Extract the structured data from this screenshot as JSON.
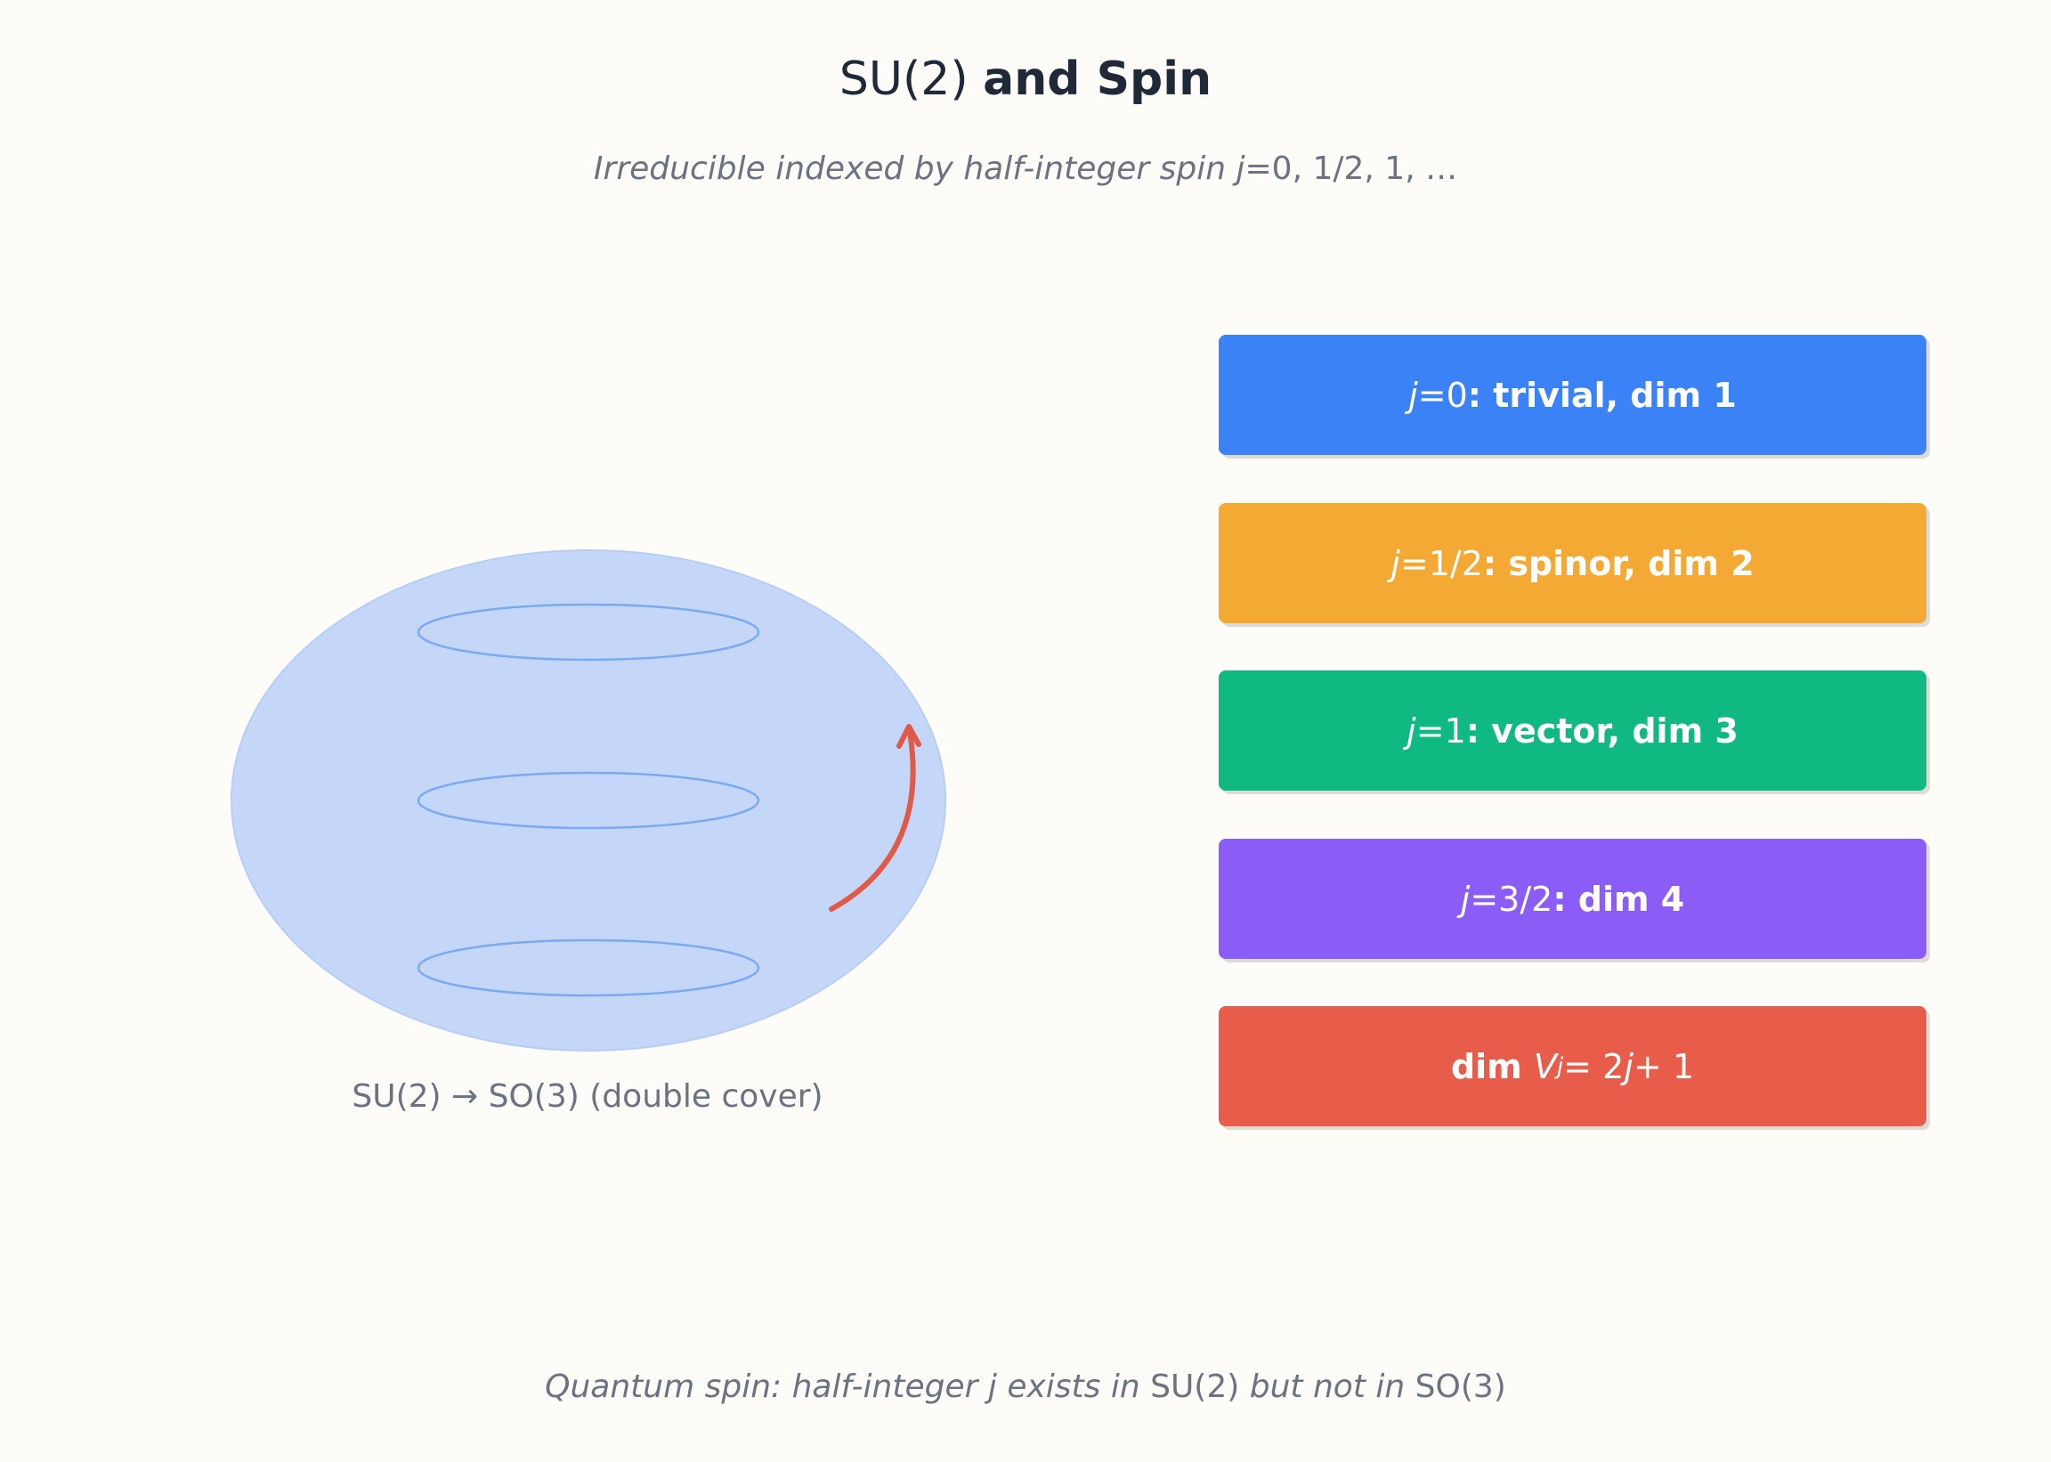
{
  "title": {
    "group": "SU(2)",
    "rest": "and Spin"
  },
  "subtitle": {
    "prefix": "Irreducible indexed by half-integer spin",
    "var": "j",
    "rel": "=",
    "values": "0, 1/2, 1, …"
  },
  "caption": "SU(2) → SO(3) (double cover)",
  "cards": [
    {
      "var": "j",
      "rel": "=",
      "value": "0",
      "desc": ": trivial, dim 1",
      "color": "#3b82f6"
    },
    {
      "var": "j",
      "rel": "=",
      "value": "1/2",
      "desc": ": spinor, dim 2",
      "color": "#f4a934"
    },
    {
      "var": "j",
      "rel": "=",
      "value": "1",
      "desc": ": vector, dim 3",
      "color": "#10b981"
    },
    {
      "var": "j",
      "rel": "=",
      "value": "3/2",
      "desc": ": dim 4",
      "color": "#8b5cf6"
    }
  ],
  "formula_card": {
    "prefix": "dim",
    "symbol": "V",
    "subscript": "j",
    "rel": "= 2",
    "var": "j",
    "tail": "+ 1",
    "color": "#e85d4a"
  },
  "footer": {
    "part1": "Quantum spin: half-integer",
    "var": "j",
    "part2": "exists in",
    "group1": "SU(2)",
    "part3": "but not in",
    "group2": "SO(3)"
  },
  "colors": {
    "sphere_fill": "#c4d7f8",
    "sphere_ring": "#7aaaf2",
    "arrow": "#e05a48",
    "text_dark": "#1f2937",
    "text_muted": "#6b7280"
  },
  "icons": [
    "sphere-icon",
    "latitude-ring-icon",
    "rotation-arrow-icon"
  ]
}
